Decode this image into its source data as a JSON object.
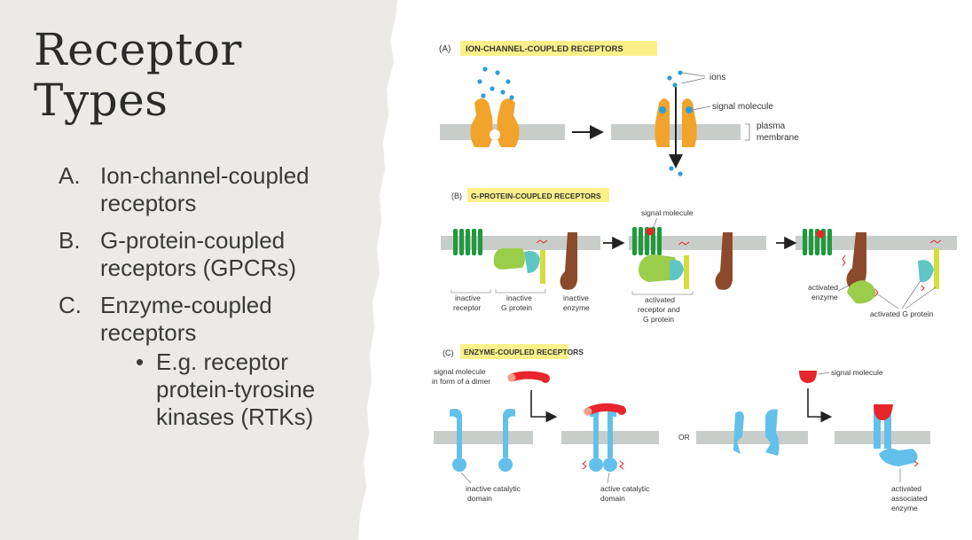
{
  "slide": {
    "title_line1": "Receptor",
    "title_line2": "Types",
    "items": [
      {
        "marker": "A.",
        "text": "Ion-channel-coupled receptors"
      },
      {
        "marker": "B.",
        "text": "G-protein-coupled receptors (GPCRs)"
      },
      {
        "marker": "C.",
        "text": "Enzyme-coupled receptors"
      }
    ],
    "sub_bullet": {
      "marker": "•",
      "text": "E.g. receptor protein-tyrosine kinases (RTKs)"
    }
  },
  "figure": {
    "panel_a": {
      "letter": "(A)",
      "heading": "ION-CHANNEL-COUPLED RECEPTORS",
      "labels": {
        "ions": "ions",
        "signal": "signal molecule",
        "membrane_1": "plasma",
        "membrane_2": "membrane"
      }
    },
    "panel_b": {
      "letter": "(B)",
      "heading": "G-PROTEIN-COUPLED RECEPTORS",
      "labels": {
        "signal": "signal molecule",
        "inactive_receptor_1": "inactive",
        "inactive_receptor_2": "receptor",
        "inactive_gprotein_1": "inactive",
        "inactive_gprotein_2": "G protein",
        "inactive_enzyme_1": "inactive",
        "inactive_enzyme_2": "enzyme",
        "activated_rg_1": "activated",
        "activated_rg_2": "receptor and",
        "activated_rg_3": "G protein",
        "activated_enzyme_1": "activated",
        "activated_enzyme_2": "enzyme",
        "activated_gprotein": "activated G protein"
      }
    },
    "panel_c": {
      "letter": "(C)",
      "heading": "ENZYME-COUPLED RECEPTORS",
      "labels": {
        "dimer_1": "signal molecule",
        "dimer_2": "in form of a dimer",
        "signal": "signal molecule",
        "or": "OR",
        "inactive_1": "inactive catalytic",
        "inactive_2": "domain",
        "active_1": "active catalytic",
        "active_2": "domain",
        "assoc_1": "activated",
        "assoc_2": "associated",
        "assoc_3": "enzyme"
      }
    }
  },
  "colors": {
    "left_panel_bg": "#ebeae6",
    "membrane": "#c9cdc9",
    "heading_highlight": "#fcf08a",
    "ion_channel": "#f2a32b",
    "ion": "#2c9fd8",
    "gpcr": "#1f9a3c",
    "g_alpha": "#5fc6c4",
    "g_beta": "#9acd4a",
    "g_gamma": "#d3de3c",
    "enzyme": "#8b4a2b",
    "rtk": "#62c0ea",
    "signal": "#e8242d"
  }
}
